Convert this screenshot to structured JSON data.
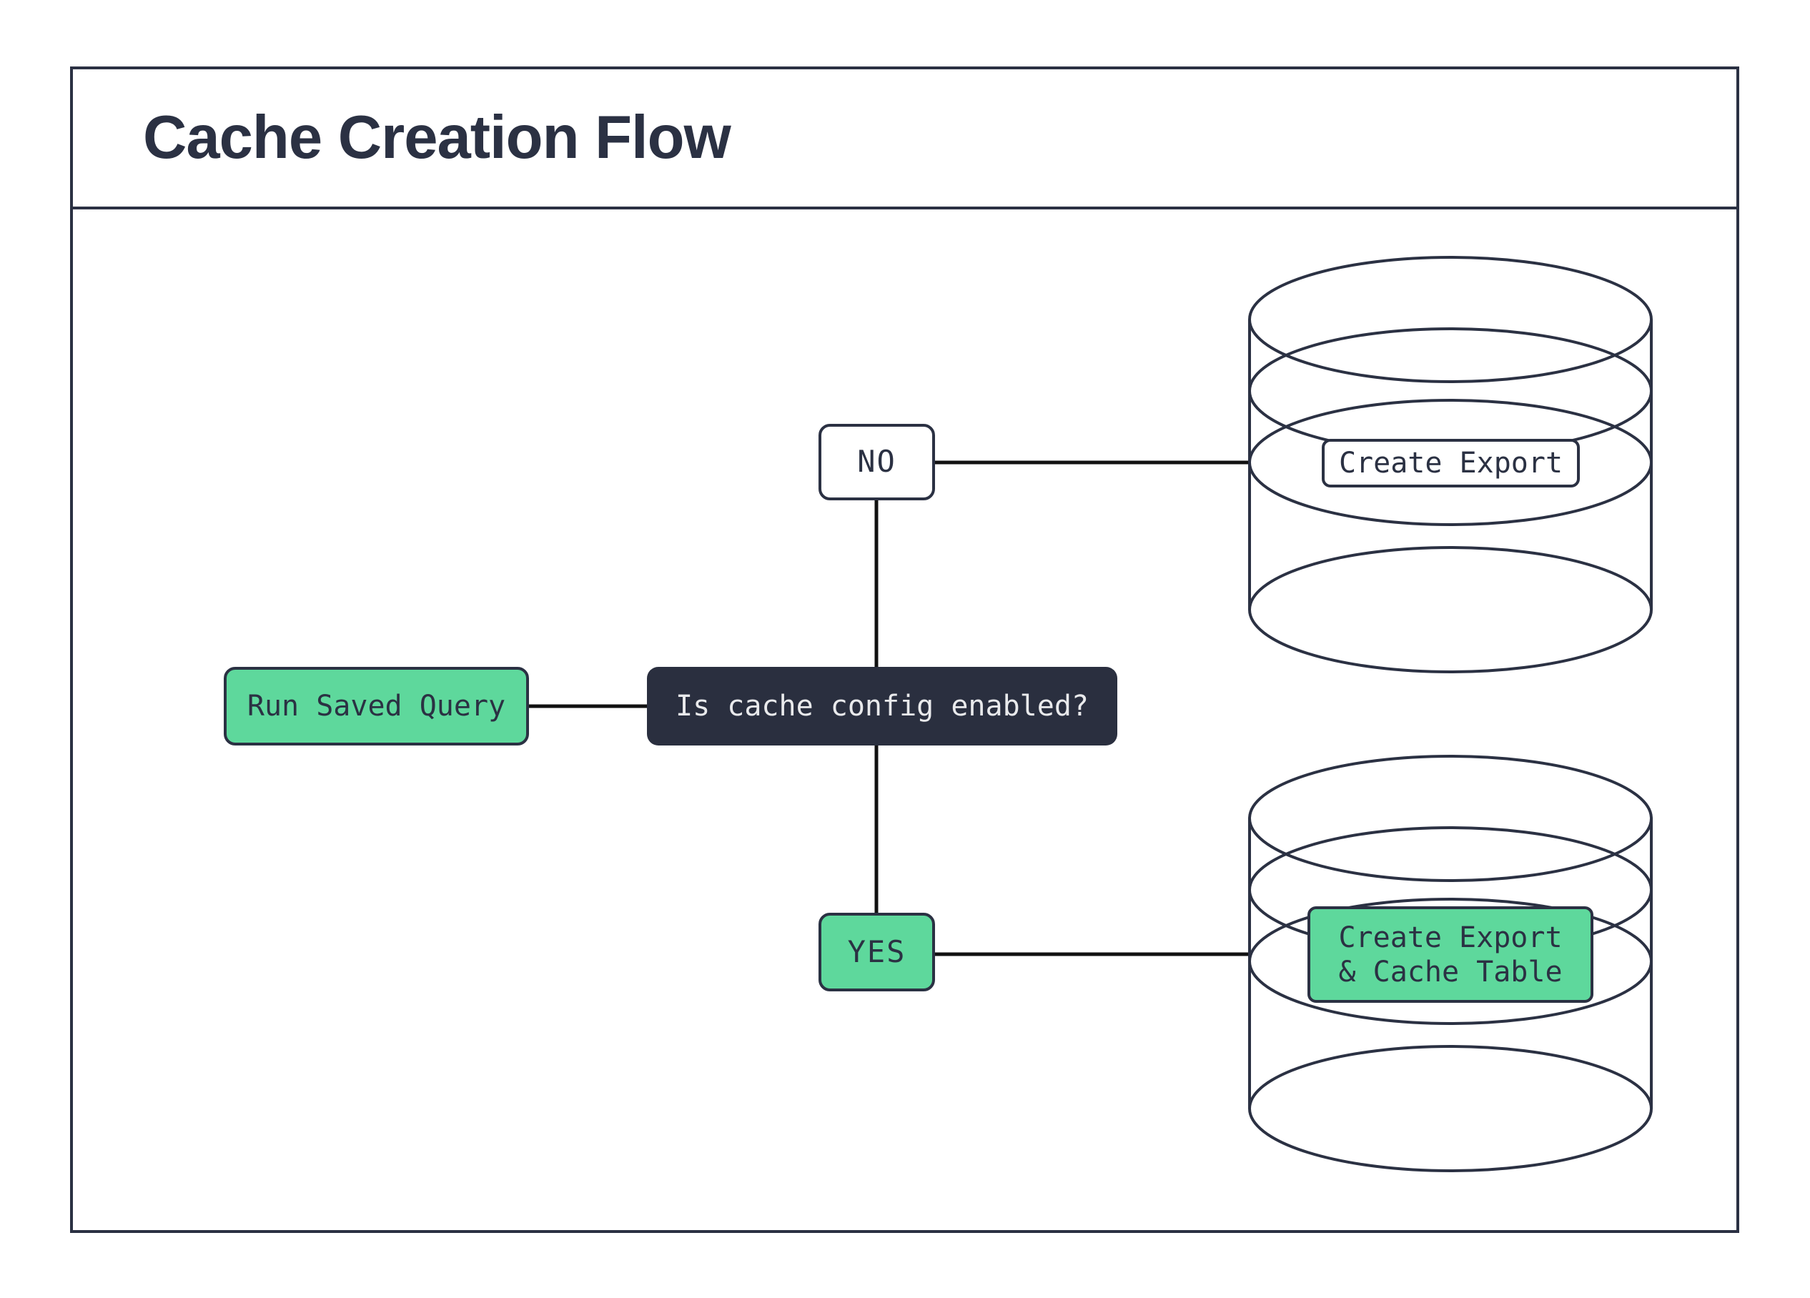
{
  "title": "Cache Creation Flow",
  "palette": {
    "ink": "#2b3143",
    "green": "#5ed89c",
    "decision_fill": "#2a2f3f",
    "decision_text": "#e9eaec",
    "connector": "#111111"
  },
  "flow": {
    "start": {
      "label": "Run Saved Query"
    },
    "decision": {
      "label": "Is cache config enabled?"
    },
    "branch_no": {
      "label": "NO"
    },
    "branch_yes": {
      "label": "YES"
    },
    "no_outcome": {
      "label": "Create Export"
    },
    "yes_outcome": {
      "lines": [
        "Create Export",
        "& Cache Table"
      ]
    }
  }
}
